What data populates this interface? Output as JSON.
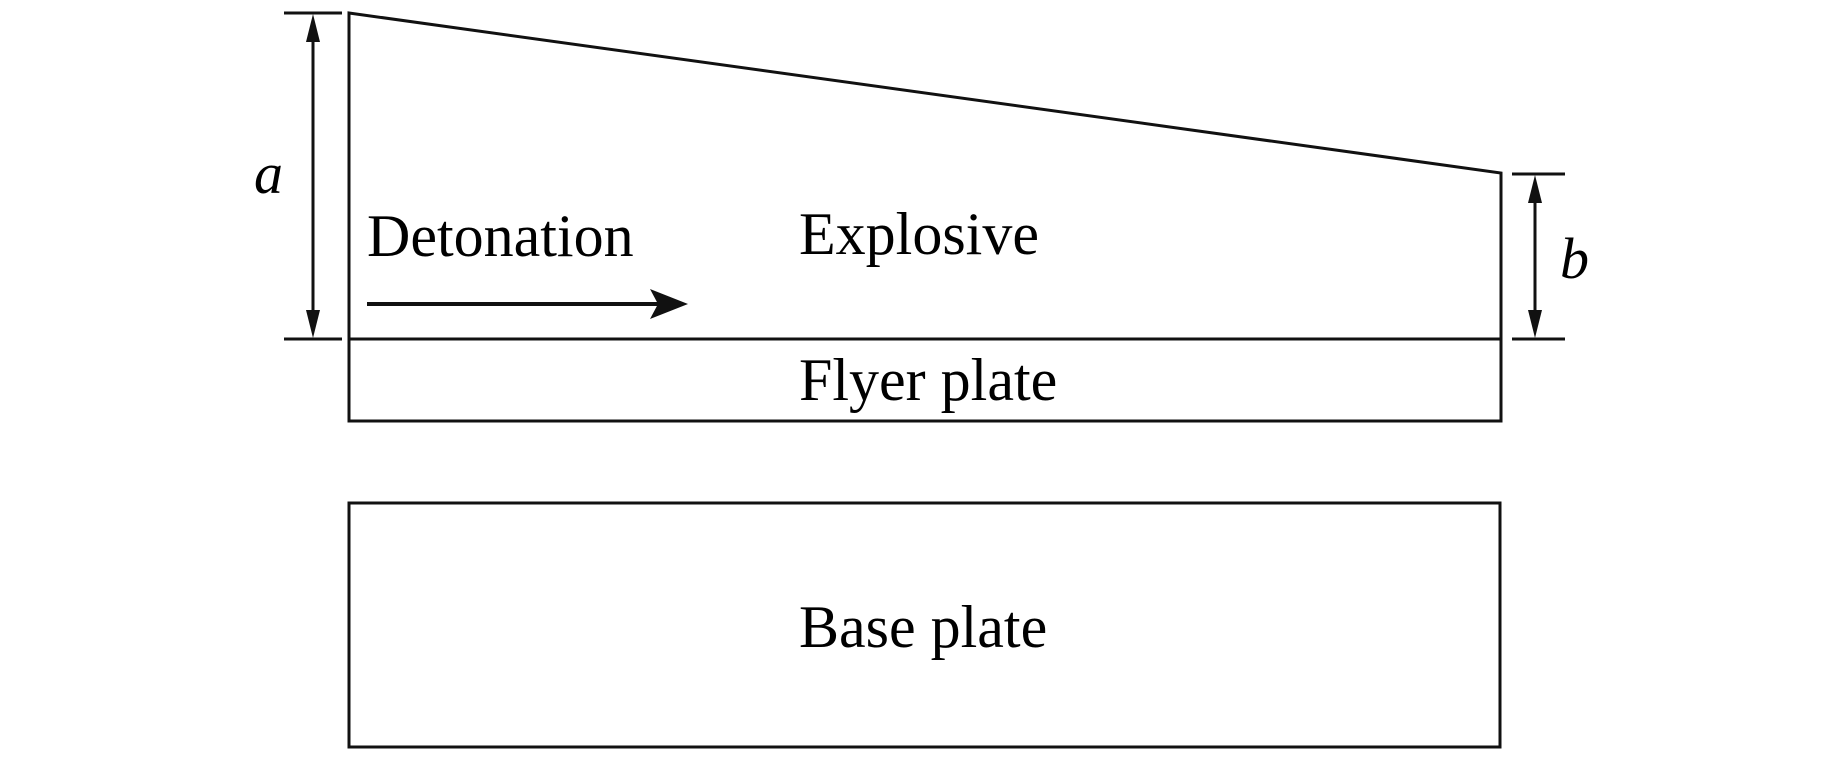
{
  "diagram": {
    "type": "schematic",
    "subject": "Explosive welding setup with wedge-shaped explosive charge",
    "components": {
      "explosive": {
        "label": "Explosive"
      },
      "flyer_plate": {
        "label": "Flyer plate"
      },
      "base_plate": {
        "label": "Base plate"
      }
    },
    "detonation": {
      "label": "Detonation",
      "direction": "left-to-right"
    },
    "dimensions": {
      "left_thickness": {
        "symbol": "a"
      },
      "right_thickness": {
        "symbol": "b"
      }
    },
    "colors": {
      "line": "#111111",
      "background": "#ffffff"
    }
  }
}
